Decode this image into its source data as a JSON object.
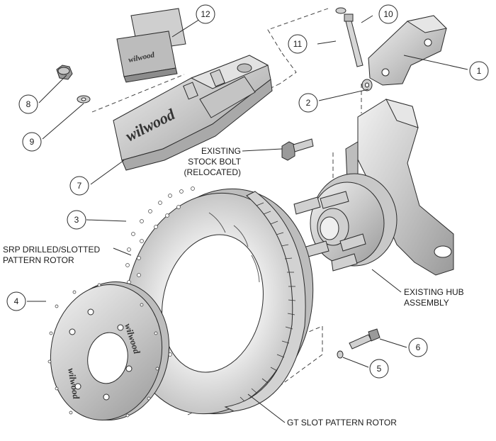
{
  "parts": [
    {
      "id": "p1",
      "number": "1"
    },
    {
      "id": "p2",
      "number": "2"
    },
    {
      "id": "p3",
      "number": "3"
    },
    {
      "id": "p4",
      "number": "4"
    },
    {
      "id": "p5",
      "number": "5"
    },
    {
      "id": "p6",
      "number": "6"
    },
    {
      "id": "p7",
      "number": "7"
    },
    {
      "id": "p8",
      "number": "8"
    },
    {
      "id": "p9",
      "number": "9"
    },
    {
      "id": "p10",
      "number": "10"
    },
    {
      "id": "p11",
      "number": "11"
    },
    {
      "id": "p12",
      "number": "12"
    }
  ],
  "labels": {
    "stock_bolt": [
      "EXISTING",
      "STOCK BOLT",
      "(RELOCATED)"
    ],
    "srp_rotor": [
      "SRP DRILLED/SLOTTED",
      "PATTERN ROTOR"
    ],
    "hub": [
      "EXISTING HUB",
      "ASSEMBLY"
    ],
    "gt_rotor": [
      "GT SLOT PATTERN ROTOR"
    ]
  },
  "branding": {
    "caliper_logo": "wilwood",
    "pad_logo": "wilwood",
    "hat_logo": "wilwood"
  },
  "colors": {
    "line": "#2a2a2a",
    "fill_light": "#d9d9d9",
    "fill_mid": "#bdbdbd",
    "fill_dark": "#8c8c8c"
  }
}
